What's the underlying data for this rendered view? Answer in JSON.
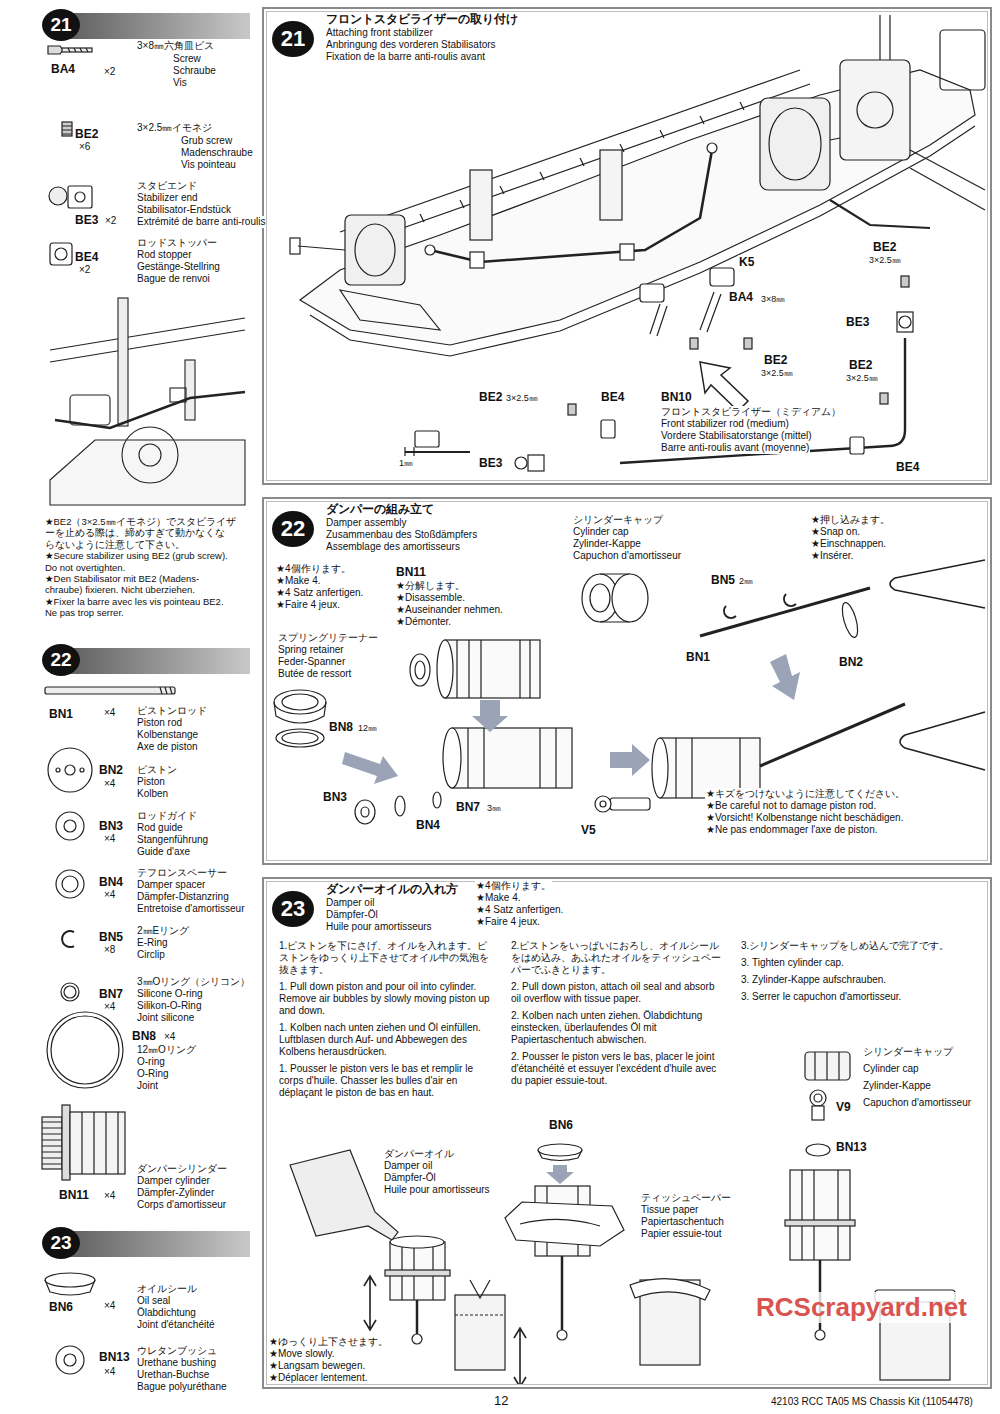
{
  "diagram": {
    "nodes": [
      {
        "text": [
          "21"
        ]
      },
      {
        "text": [
          "22"
        ]
      },
      {
        "text": [
          "23"
        ]
      },
      {
        "text": [
          "フロントスタビライザーの取り付け",
          "Attaching front stabilizer",
          "Anbringung des vorderen Stabilisators",
          "Fixation de la barre anti-roulis avant"
        ]
      },
      {
        "text": [
          "21"
        ],
        "in": 3
      },
      {
        "text": [
          "ダンパーの組み立て",
          "Damper assembly",
          "Zusammenbau des Stoßdämpfers",
          "Assemblage des amortisseurs"
        ]
      },
      {
        "text": [
          "22"
        ],
        "in": 5
      },
      {
        "text": [
          "ダンパーオイルの入れ方",
          "Damper oil",
          "Dämpfer-Öl",
          "Huile pour amortisseurs"
        ]
      },
      {
        "text": [
          "23"
        ],
        "in": 7
      }
    ],
    "labels": [
      "BA4",
      "×2",
      "3×8㎜六角皿ビス",
      "Screw",
      "Schraube",
      "Vis",
      "BE2",
      "×6",
      "3×2.5㎜イモネジ",
      "Grub screw",
      "Madenschraube",
      "Vis pointeau",
      "BE3",
      "×2",
      "スタビエンド",
      "Stabilizer end",
      "Stabilisator-Endstück",
      "Extrémité de barre anti-roulis",
      "BE4",
      "×2",
      "ロッドストッパー",
      "Rod stopper",
      "Gestänge-Stellring",
      "Bague de renvoi",
      "★BE2（3×2.5㎜イモネジ）でスタビライザ",
      "ーを止める際は、締めすぎて動かなくな",
      "らないように注意して下さい。",
      "★Secure stabilizer using BE2 (grub screw).",
      "Do not overtighten.",
      "★Den Stabilisator mit BE2 (Madens-",
      "chraube) fixieren. Nicht überziehen.",
      "★Fixer la barre avec les vis pointeau BE2.",
      "Ne pas trop serrer.",
      "BN1",
      "×4",
      "ピストンロッド",
      "Piston rod",
      "Kolbenstange",
      "Axe de piston",
      "BN2",
      "×4",
      "ピストン",
      "Piston",
      "Kolben",
      "BN3",
      "×4",
      "ロッドガイド",
      "Rod guide",
      "Stangenführung",
      "Guide d'axe",
      "BN4",
      "×4",
      "テフロンスペーサー",
      "Damper spacer",
      "Dämpfer-Distanzring",
      "Entretoise d'amortisseur",
      "BN5",
      "×8",
      "2㎜Eリング",
      "E-Ring",
      "Circlip",
      "BN7",
      "×4",
      "3㎜Oリング（シリコン）",
      "Silicone O-ring",
      "Silikon-O-Ring",
      "Joint silicone",
      "BN8",
      "×4",
      "12㎜Oリング",
      "O-ring",
      "O-Ring",
      "Joint",
      "BN11",
      "×4",
      "ダンパーシリンダー",
      "Damper cylinder",
      "Dämpfer-Zylinder",
      "Corps d'amortisseur",
      "BN6",
      "×4",
      "オイルシール",
      "Oil seal",
      "Ölabdichtung",
      "Joint d'étanchéité",
      "BN13",
      "×4",
      "ウレタンブッシュ",
      "Urethane bushing",
      "Urethan-Buchse",
      "Bague polyuréthane",
      "K5",
      "BA4",
      "3×8㎜",
      "BE2",
      "3×2.5㎜",
      "BE2",
      "3×2.5㎜",
      "BE3",
      "BE2",
      "3×2.5㎜",
      "BN10",
      "フロントスタビライザー（ミディアム）",
      "Front stabilizer rod (medium)",
      "Vordere Stabilisatorstange (mittel)",
      "Barre anti-roulis avant (moyenne)",
      "BE2",
      "3×2.5㎜",
      "BE4",
      "BE3",
      "1㎜",
      "BE4",
      "★4個作ります。",
      "★Make 4.",
      "★4 Satz anfertigen.",
      "★Faire 4 jeux.",
      "BN11",
      "★分解します。",
      "★Disassemble.",
      "★Auseinander nehmen.",
      "★Démonter.",
      "シリンダーキャップ",
      "Cylinder cap",
      "Zylinder-Kappe",
      "Capuchon d'amortisseur",
      "スプリングリテーナー",
      "Spring retainer",
      "Feder-Spanner",
      "Butée de ressort",
      "BN8",
      "12㎜",
      "BN3",
      "BN4",
      "BN7",
      "3㎜",
      "★押し込みます。",
      "★Snap on.",
      "★Einschnappen.",
      "★Insérer.",
      "BN5",
      "2㎜",
      "BN1",
      "BN2",
      "V5",
      "★キズをつけないように注意してください。",
      "★Be careful not to damage piston rod.",
      "★Vorsicht! Kolbenstange nicht beschädigen.",
      "★Ne pas endommager l'axe de piston.",
      "★4個作ります。",
      "★Make 4.",
      "★4 Satz anfertigen.",
      "★Faire 4 jeux.",
      "1.ピストンを下にさげ、オイルを入れます。ピストンをゆっくり上下させてオイル中の気泡を抜きます。",
      "1. Pull down piston and pour oil into cylinder. Remove air bubbles by slowly moving piston up and down.",
      "1. Kolben nach unten ziehen und Öl einfüllen. Luftblasen durch Auf- und Abbewegen des Kolbens herausdrücken.",
      "1. Pousser le piston vers le bas et remplir le corps d'huile. Chasser les bulles d'air en déplaçant le piston de bas en haut.",
      "ダンパーオイル",
      "Damper oil",
      "Dämpfer-Öl",
      "Huile pour amortisseurs",
      "★ゆっくり上下させます。",
      "★Move slowly.",
      "★Langsam bewegen.",
      "★Déplacer lentement.",
      "2.ピストンをいっぱいにおろし、オイルシールをはめ込み、あふれたオイルをティッシュペーパーでふきとります。",
      "2. Pull down piston, attach oil seal and absorb oil overflow with tissue paper.",
      "2. Kolben nach unten ziehen. Ölabdichtung einstecken, überlaufendes Öl mit Papiertaschentuch abwischen.",
      "2. Pousser le piston vers le bas, placer le joint d'étanchéité et essuyer l'excédent d'huile avec du papier essuie-tout.",
      "BN6",
      "ティッシュペーパー",
      "Tissue paper",
      "Papiertaschentuch",
      "Papier essuie-tout",
      "3.シリンダーキャップをしめ込んで完了です。",
      "3. Tighten cylinder cap.",
      "3. Zylinder-Kappe aufschrauben.",
      "3. Serrer le capuchon d'amortisseur.",
      "シリンダーキャップ",
      "Cylinder cap",
      "Zylinder-Kappe",
      "Capuchon d'amortisseur",
      "V9",
      "BN13",
      "12",
      "42103 RCC TA05 MS Chassis Kit (11054478)",
      "RCScrapyard.net"
    ]
  }
}
